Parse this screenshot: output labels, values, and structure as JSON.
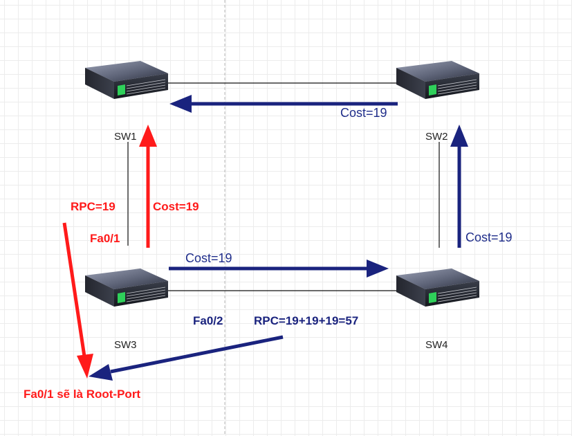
{
  "switches": {
    "sw1": {
      "name": "SW1",
      "icon": "network-switch-icon"
    },
    "sw2": {
      "name": "SW2",
      "icon": "network-switch-icon"
    },
    "sw3": {
      "name": "SW3",
      "icon": "network-switch-icon"
    },
    "sw4": {
      "name": "SW4",
      "icon": "network-switch-icon"
    }
  },
  "labels": {
    "cost_sw2_sw1": "Cost=19",
    "cost_sw3_sw1": "Cost=19",
    "cost_sw3_sw4": "Cost=19",
    "cost_sw4_sw2": "Cost=19",
    "rpc_fa01": "RPC=19",
    "fa01": "Fa0/1",
    "fa02": "Fa0/2",
    "rpc_fa02": "RPC=19+19+19=57",
    "conclusion": "Fa0/1 sẽ là Root-Port"
  },
  "colors": {
    "red": "#ff1a1a",
    "blue": "#1a237e",
    "link": "#111111",
    "grid": "#ececec"
  }
}
